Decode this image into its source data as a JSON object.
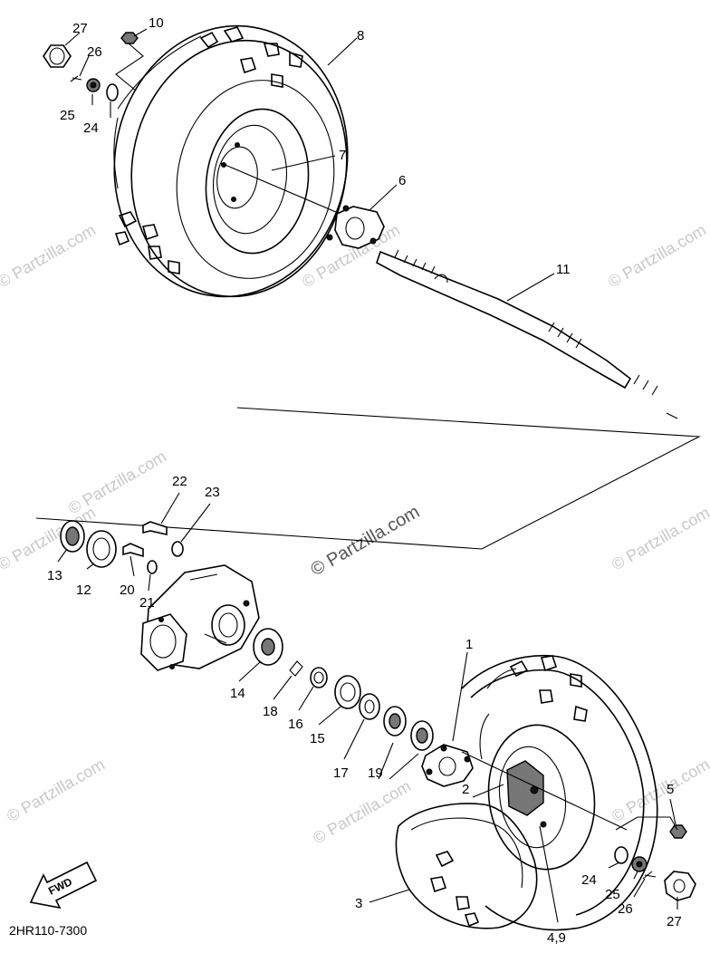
{
  "diagram": {
    "code": "2HR110-7300",
    "fwd_label": "FWD",
    "watermark_main": "© Partzilla.com",
    "watermark_small": "© Partzilla.com",
    "callouts": [
      {
        "id": "c27a",
        "text": "27"
      },
      {
        "id": "c10",
        "text": "10"
      },
      {
        "id": "c26a",
        "text": "26"
      },
      {
        "id": "c25a",
        "text": "25"
      },
      {
        "id": "c24a",
        "text": "24"
      },
      {
        "id": "c8",
        "text": "8"
      },
      {
        "id": "c7",
        "text": "7"
      },
      {
        "id": "c6",
        "text": "6"
      },
      {
        "id": "c11",
        "text": "11"
      },
      {
        "id": "c22",
        "text": "22"
      },
      {
        "id": "c23",
        "text": "23"
      },
      {
        "id": "c13",
        "text": "13"
      },
      {
        "id": "c12",
        "text": "12"
      },
      {
        "id": "c20",
        "text": "20"
      },
      {
        "id": "c21",
        "text": "21"
      },
      {
        "id": "c14",
        "text": "14"
      },
      {
        "id": "c18",
        "text": "18"
      },
      {
        "id": "c16",
        "text": "16"
      },
      {
        "id": "c15",
        "text": "15"
      },
      {
        "id": "c17",
        "text": "17"
      },
      {
        "id": "c19",
        "text": "19"
      },
      {
        "id": "c1",
        "text": "1"
      },
      {
        "id": "c2",
        "text": "2"
      },
      {
        "id": "c5",
        "text": "5"
      },
      {
        "id": "c24b",
        "text": "24"
      },
      {
        "id": "c25b",
        "text": "25"
      },
      {
        "id": "c26b",
        "text": "26"
      },
      {
        "id": "c27b",
        "text": "27"
      },
      {
        "id": "c3",
        "text": "3"
      },
      {
        "id": "c49",
        "text": "4,9"
      }
    ]
  }
}
